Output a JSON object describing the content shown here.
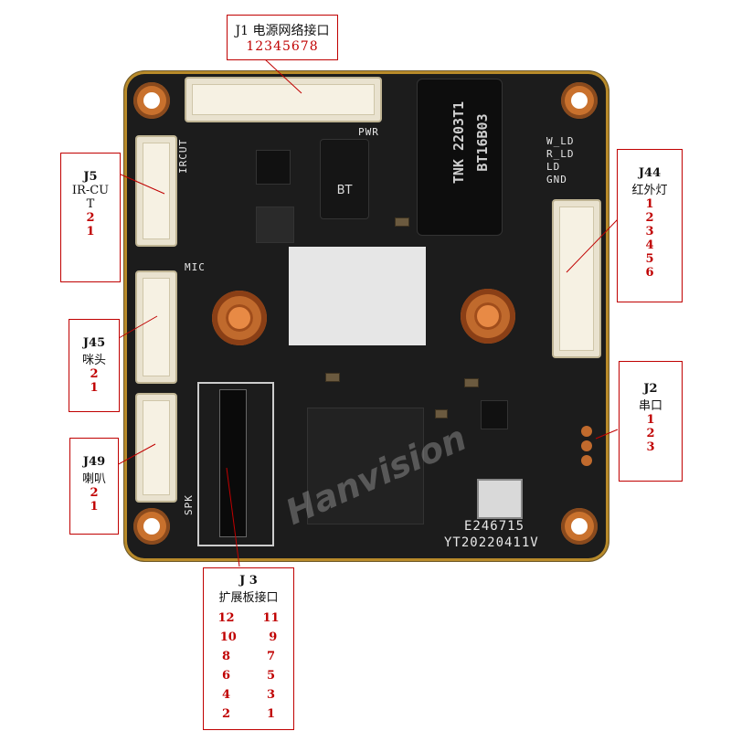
{
  "board": {
    "silk_pwr": "PWR",
    "silk_wld": "W_LD",
    "silk_rld": "R_LD",
    "silk_ld": "LD",
    "silk_gnd": "GND",
    "silk_ircut": "IRCUT",
    "silk_mic": "MIC",
    "silk_spk": "SPK",
    "silk_id": "E246715",
    "silk_date": "YT20220411V",
    "transformer_line1": "TNK 2203T1",
    "transformer_line2": "BT16B03",
    "watermark": "Hanvision",
    "chip_bt": "BT"
  },
  "labels": {
    "j1": {
      "title": "J1  电源网络接口",
      "pins": "12345678"
    },
    "j5": {
      "title": "J5",
      "sub1": "IR-CU",
      "sub2": "T",
      "pins": [
        "2",
        "1"
      ]
    },
    "j44": {
      "title": "J44",
      "sub": "红外灯",
      "pins": [
        "1",
        "2",
        "3",
        "4",
        "5",
        "6"
      ]
    },
    "j45": {
      "title": "J45",
      "sub": "咪头",
      "pins": [
        "2",
        "1"
      ]
    },
    "j2": {
      "title": "J2",
      "sub": "串口",
      "pins": [
        "1",
        "2",
        "3"
      ]
    },
    "j49": {
      "title": "J49",
      "sub": "喇叭",
      "pins": [
        "2",
        "1"
      ]
    },
    "j3": {
      "title": "J 3",
      "sub": "扩展板接口",
      "rows": [
        [
          "12",
          "11"
        ],
        [
          "10",
          "9"
        ],
        [
          "8",
          "7"
        ],
        [
          "6",
          "5"
        ],
        [
          "4",
          "3"
        ],
        [
          "2",
          "1"
        ]
      ]
    }
  },
  "colors": {
    "leader": "#c00000",
    "pcb": "#1c1c1c",
    "pad": "#c06a2d"
  }
}
